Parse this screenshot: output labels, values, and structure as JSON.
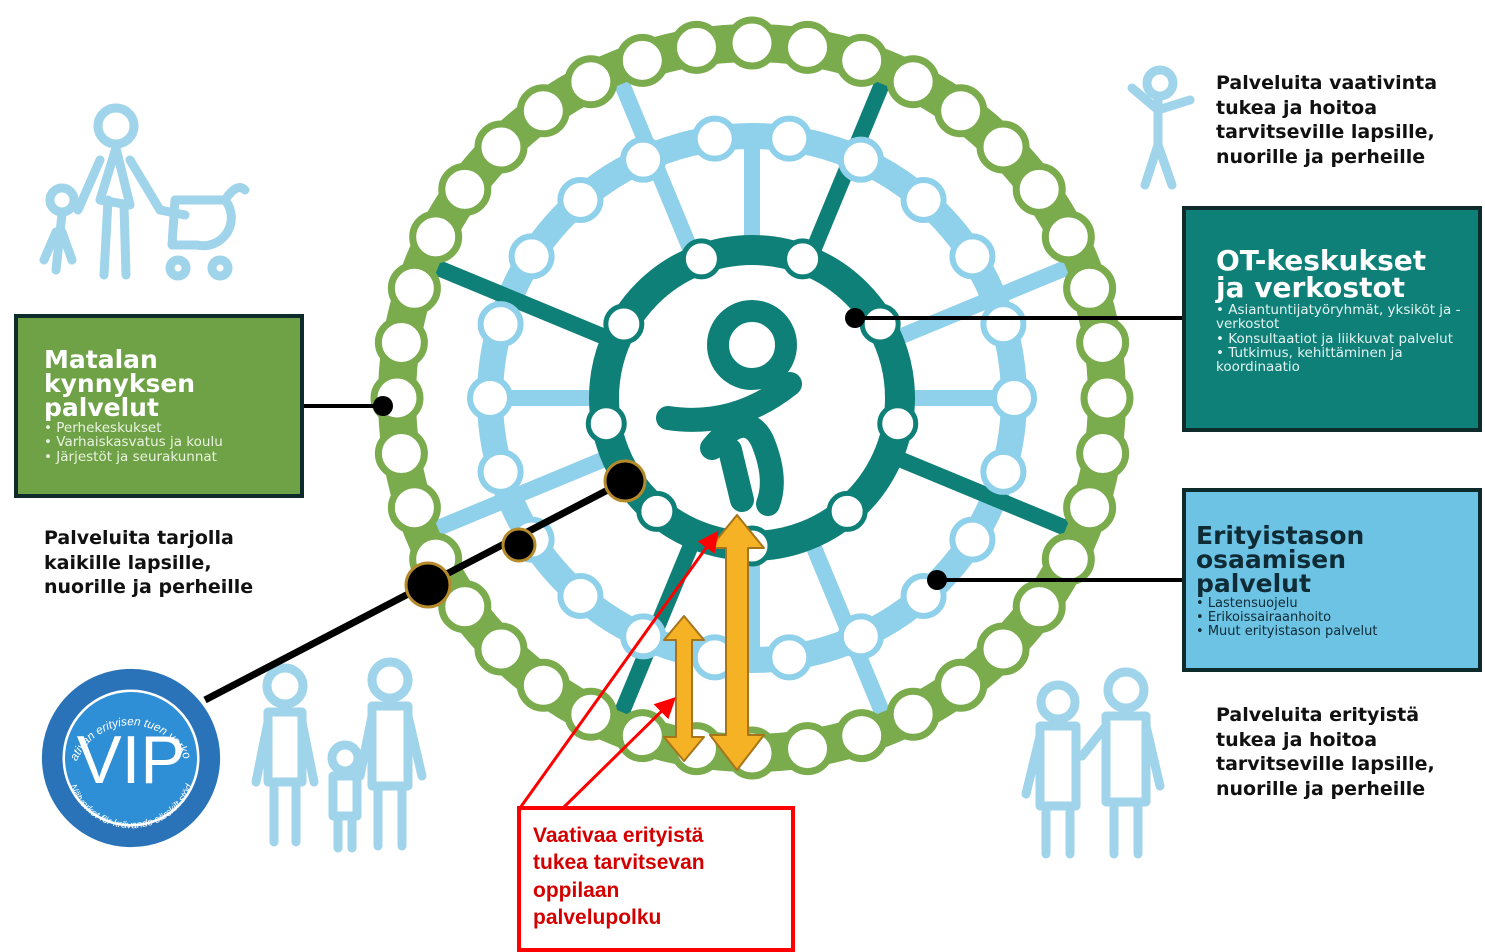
{
  "low_threshold": {
    "title_lines": [
      "Matalan",
      "kynnyksen",
      "palvelut"
    ],
    "items": [
      "Perhekeskukset",
      "Varhaiskasvatus ja koulu",
      "Järjestöt ja seurakunnat"
    ],
    "color": "#6fa246"
  },
  "low_caption": [
    "Palveluita tarjolla",
    "kaikille lapsille,",
    "nuorille ja perheille"
  ],
  "ot_centers": {
    "title_lines": [
      "OT-keskukset",
      "ja verkostot"
    ],
    "items": [
      "Asiantuntijatyöryhmät, yksiköt ja -verkostot",
      "Konsultaatiot ja liikkuvat palvelut",
      "Tutkimus, kehittäminen ja koordinaatio"
    ],
    "color": "#0e8078"
  },
  "most_demanding_caption": [
    "Palveluita vaativinta",
    "tukea ja hoitoa",
    "tarvitseville lapsille,",
    "nuorille ja perheille"
  ],
  "specialist": {
    "title_lines": [
      "Erityistason",
      "osaamisen",
      "palvelut"
    ],
    "items": [
      "Lastensuojelu",
      "Erikoissairaanhoito",
      "Muut erityistason palvelut"
    ],
    "color": "#6cc3e4"
  },
  "special_caption": [
    "Palveluita erityistä",
    "tukea ja hoitoa",
    "tarvitseville lapsille,",
    "nuorille ja perheille"
  ],
  "note_lines": [
    "Vaativaa erityistä",
    "tukea tarvitsevan",
    "oppilaan",
    "palvelupolku"
  ],
  "vip_badge": {
    "center_text": "VIP",
    "top_arc": "Vaativan erityisen tuen verkosto",
    "bottom_arc": "Nätverket för krävande särskilt stöd"
  },
  "colors": {
    "green": "#7aab4c",
    "light_blue": "#8fd0ea",
    "teal": "#0e8078",
    "path_black": "#000000",
    "arrow_orange": "#f4b224",
    "note_red": "#ff0000"
  },
  "icons": [
    "person-icon",
    "family-icon",
    "stroller-icon",
    "child-icon",
    "vip-logo"
  ]
}
